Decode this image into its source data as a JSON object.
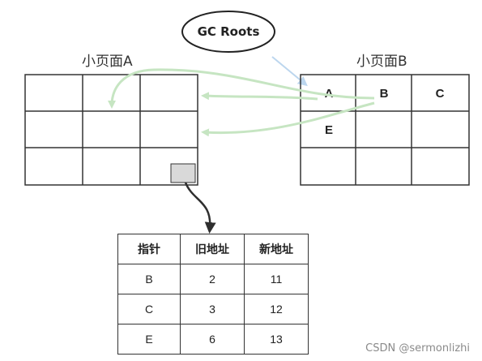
{
  "gc_roots": {
    "label": "GC Roots"
  },
  "page_a": {
    "title": "小页面A"
  },
  "page_b": {
    "title": "小页面B",
    "cells": {
      "a": "A",
      "b": "B",
      "c": "C",
      "e": "E"
    }
  },
  "forwarding_table": {
    "headers": [
      "指针",
      "旧地址",
      "新地址"
    ],
    "rows": [
      [
        "B",
        "2",
        "11"
      ],
      [
        "C",
        "3",
        "12"
      ],
      [
        "E",
        "6",
        "13"
      ]
    ]
  },
  "colors": {
    "grid": "#333333",
    "reference_arrow": "#c6e5c2",
    "roots_arrow": "#bcd6ee",
    "forward_arrow": "#2f2f2f",
    "slot_fill": "#d9d9d9"
  },
  "watermark": "CSDN @sermonlizhi"
}
